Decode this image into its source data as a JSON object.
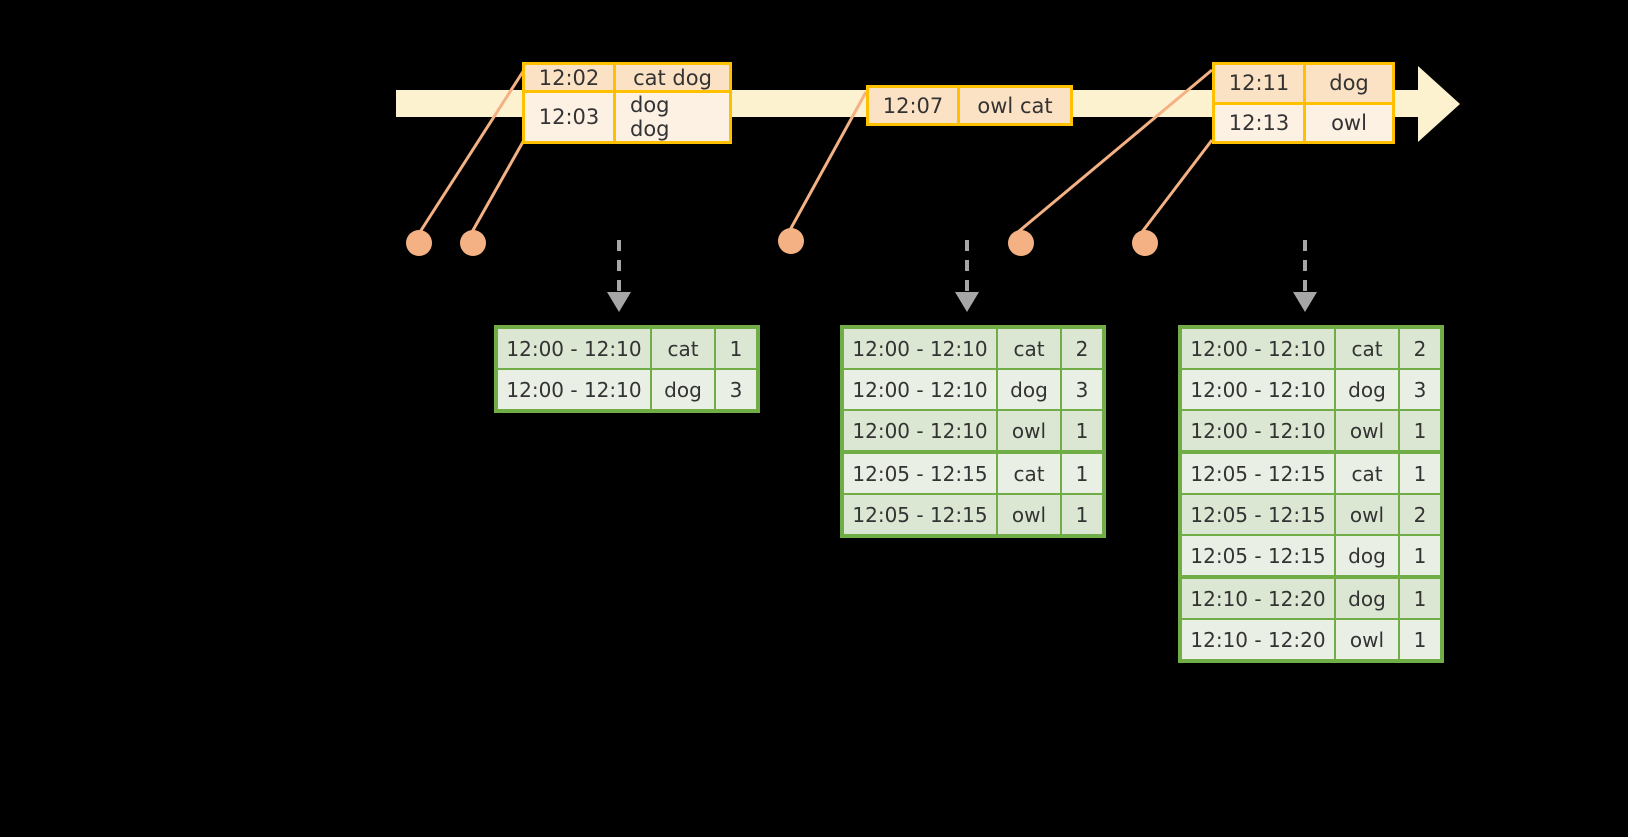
{
  "timeline": {
    "label": "event-stream-timeline",
    "bar_color": "#fdf2cf",
    "border_color": "#ffc000",
    "events": [
      {
        "id": "evt1",
        "rows": [
          {
            "time": "12:02",
            "words": "cat dog"
          },
          {
            "time": "12:03",
            "words": "dog dog"
          }
        ]
      },
      {
        "id": "evt2",
        "rows": [
          {
            "time": "12:07",
            "words": "owl cat"
          }
        ]
      },
      {
        "id": "evt3",
        "rows": [
          {
            "time": "12:11",
            "words": "dog"
          },
          {
            "time": "12:13",
            "words": "owl"
          }
        ]
      }
    ]
  },
  "dots": {
    "color": "#f4b183",
    "items": [
      {
        "name": "dot-1202"
      },
      {
        "name": "dot-1203"
      },
      {
        "name": "dot-1207"
      },
      {
        "name": "dot-1211"
      },
      {
        "name": "dot-1213"
      }
    ]
  },
  "arrows": {
    "color": "#a6a6a6",
    "count": 3
  },
  "tables": {
    "accent": "#70ad47",
    "items": [
      {
        "name": "window-counts-table-1",
        "rows": [
          {
            "range": "12:00 - 12:10",
            "key": "cat",
            "count": "1",
            "shade": "a",
            "segment_start": false
          },
          {
            "range": "12:00 - 12:10",
            "key": "dog",
            "count": "3",
            "shade": "b",
            "segment_start": false
          }
        ]
      },
      {
        "name": "window-counts-table-2",
        "rows": [
          {
            "range": "12:00 - 12:10",
            "key": "cat",
            "count": "2",
            "shade": "a",
            "segment_start": false
          },
          {
            "range": "12:00 - 12:10",
            "key": "dog",
            "count": "3",
            "shade": "b",
            "segment_start": false
          },
          {
            "range": "12:00 - 12:10",
            "key": "owl",
            "count": "1",
            "shade": "a",
            "segment_start": false
          },
          {
            "range": "12:05 - 12:15",
            "key": "cat",
            "count": "1",
            "shade": "b",
            "segment_start": true
          },
          {
            "range": "12:05 - 12:15",
            "key": "owl",
            "count": "1",
            "shade": "a",
            "segment_start": false
          }
        ]
      },
      {
        "name": "window-counts-table-3",
        "rows": [
          {
            "range": "12:00 - 12:10",
            "key": "cat",
            "count": "2",
            "shade": "a",
            "segment_start": false
          },
          {
            "range": "12:00 - 12:10",
            "key": "dog",
            "count": "3",
            "shade": "b",
            "segment_start": false
          },
          {
            "range": "12:00 - 12:10",
            "key": "owl",
            "count": "1",
            "shade": "a",
            "segment_start": false
          },
          {
            "range": "12:05 - 12:15",
            "key": "cat",
            "count": "1",
            "shade": "b",
            "segment_start": true
          },
          {
            "range": "12:05 - 12:15",
            "key": "owl",
            "count": "2",
            "shade": "a",
            "segment_start": false
          },
          {
            "range": "12:05 - 12:15",
            "key": "dog",
            "count": "1",
            "shade": "b",
            "segment_start": false
          },
          {
            "range": "12:10 - 12:20",
            "key": "dog",
            "count": "1",
            "shade": "a",
            "segment_start": true
          },
          {
            "range": "12:10 - 12:20",
            "key": "owl",
            "count": "1",
            "shade": "b",
            "segment_start": false
          }
        ]
      }
    ]
  }
}
